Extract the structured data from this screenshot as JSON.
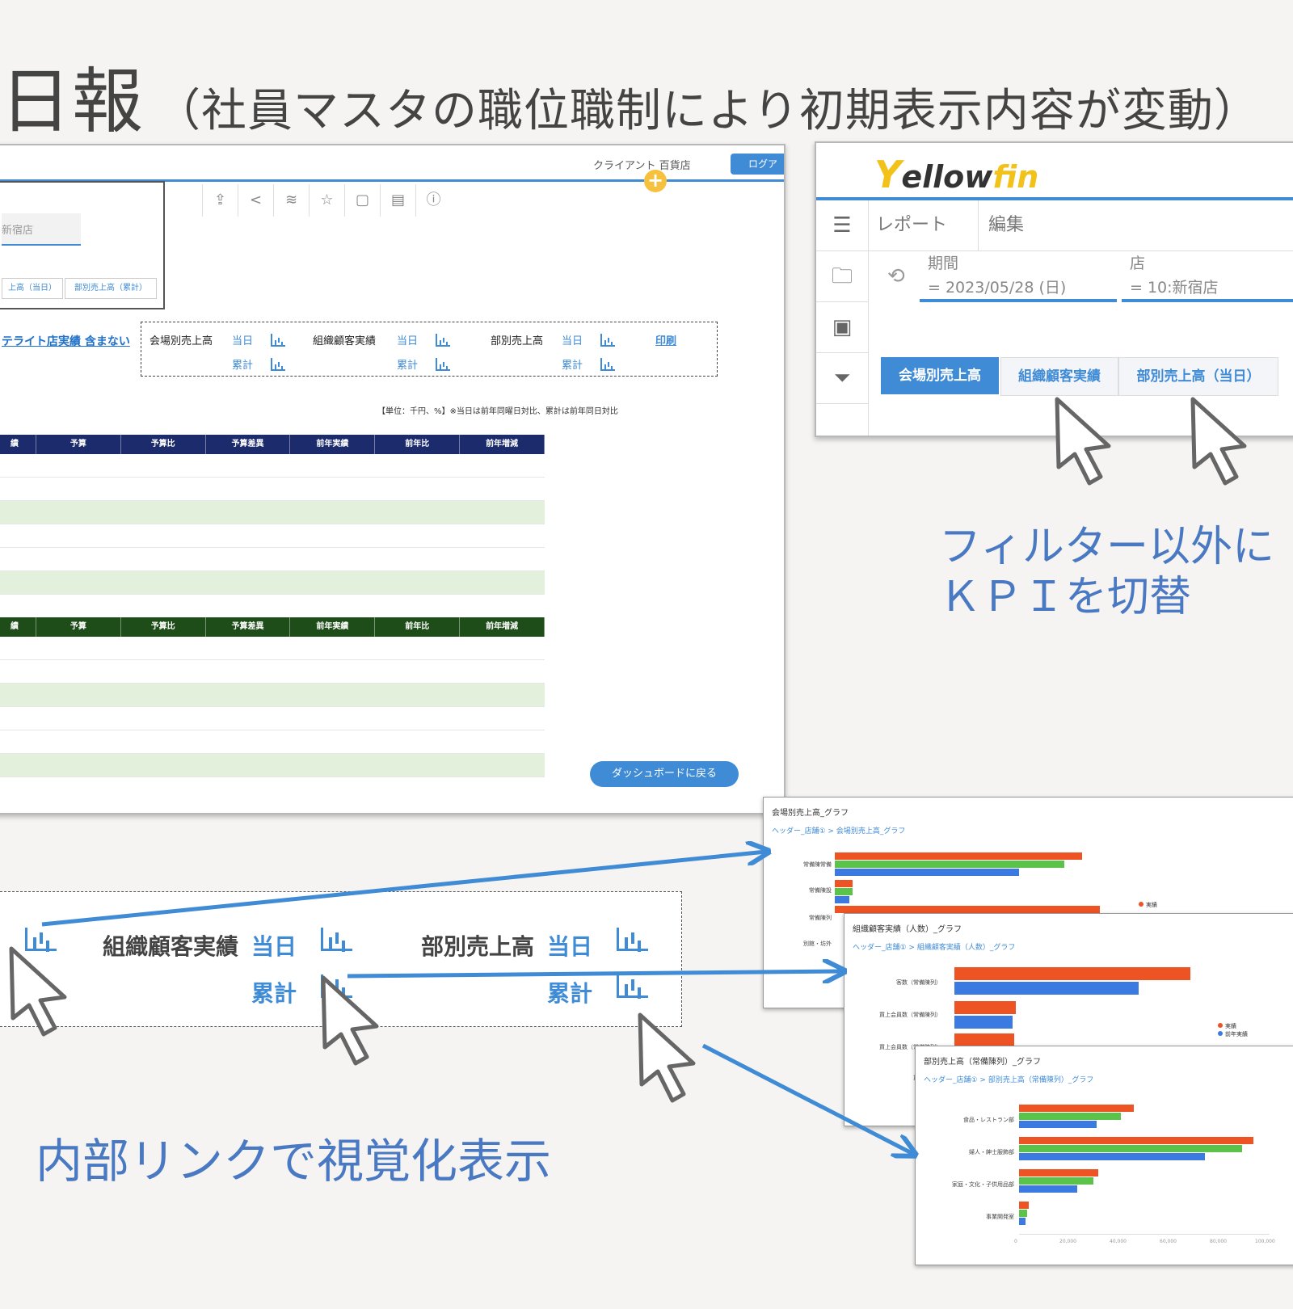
{
  "title": {
    "main": "日報",
    "sub": "（社員マスタの職位職制により初期表示内容が変動）"
  },
  "dashboard": {
    "client": "クライアント 百貨店",
    "logout": "ログア",
    "popup": {
      "store": "新宿店",
      "btn1": "上高（当日）",
      "btn2": "部別売上高（累計）"
    },
    "satellite": "テライト店実績 含まない",
    "links": {
      "l1": "会場別売上高",
      "l2": "組織顧客実績",
      "l3": "部別売上高",
      "today": "当日",
      "cumul": "累計",
      "print": "印刷"
    },
    "unit_note": "【単位：千円、%】※当日は前年同曜日対比、累計は前年同日対比",
    "columns": [
      "績",
      "予算",
      "予算比",
      "予算差異",
      "前年実績",
      "前年比",
      "前年増減"
    ],
    "back": "ダッシュボードに戻る"
  },
  "yellowfin": {
    "logo_y": "Y",
    "logo_text": "ellow",
    "logo_fin": "fin",
    "menu_report": "レポート",
    "menu_edit": "編集",
    "f1_label": "期間",
    "f1_value": "= 2023/05/28 (日)",
    "f2_label": "店",
    "f2_value": "= 10:新宿店",
    "tabs": [
      "会場別売上高",
      "組織顧客実績",
      "部別売上高（当日）"
    ]
  },
  "caption_kpi_1": "フィルター以外に",
  "caption_kpi_2": "ＫＰＩを切替",
  "caption_link": "内部リンクで視覚化表示",
  "zoom": {
    "l2": "組織顧客実績",
    "l3": "部別売上高",
    "today": "当日",
    "cumul": "累計"
  },
  "card1": {
    "title": "会場別売上高_グラフ",
    "crumb": "ヘッダー_店舗① > 会場別売上高_グラフ",
    "legend": "実績",
    "cats": [
      "常備陳常備",
      "常備陳設",
      "常備陳列",
      "別館・坊外"
    ]
  },
  "card2": {
    "title": "組織顧客実績（人数）_グラフ",
    "crumb": "ヘッダー_店舗① > 組織顧客実績（人数）_グラフ",
    "legend": [
      "実績",
      "前年実績"
    ],
    "cats": [
      "客数（常備陳列）",
      "買上会員数（常備陳列）",
      "買上会員数（常備陳列）",
      "買上会員数"
    ]
  },
  "card3": {
    "title": "部別売上高（常備陳列）_グラフ",
    "crumb": "ヘッダー_店舗① > 部別売上高（常備陳列）_グラフ",
    "cats": [
      "食品・レストラン部",
      "婦人・紳士服飾部",
      "家庭・文化・子供用品部",
      "事業開発室"
    ],
    "ticks": [
      "0",
      "20,000",
      "40,000",
      "60,000",
      "80,000",
      "100,000"
    ]
  },
  "colors": {
    "accent": "#3f8bd6",
    "red": "#ee5324",
    "green": "#5cc34a",
    "blue": "#3b7ae0",
    "navy": "#1c2b6b",
    "darkgreen": "#1f4d1a"
  }
}
